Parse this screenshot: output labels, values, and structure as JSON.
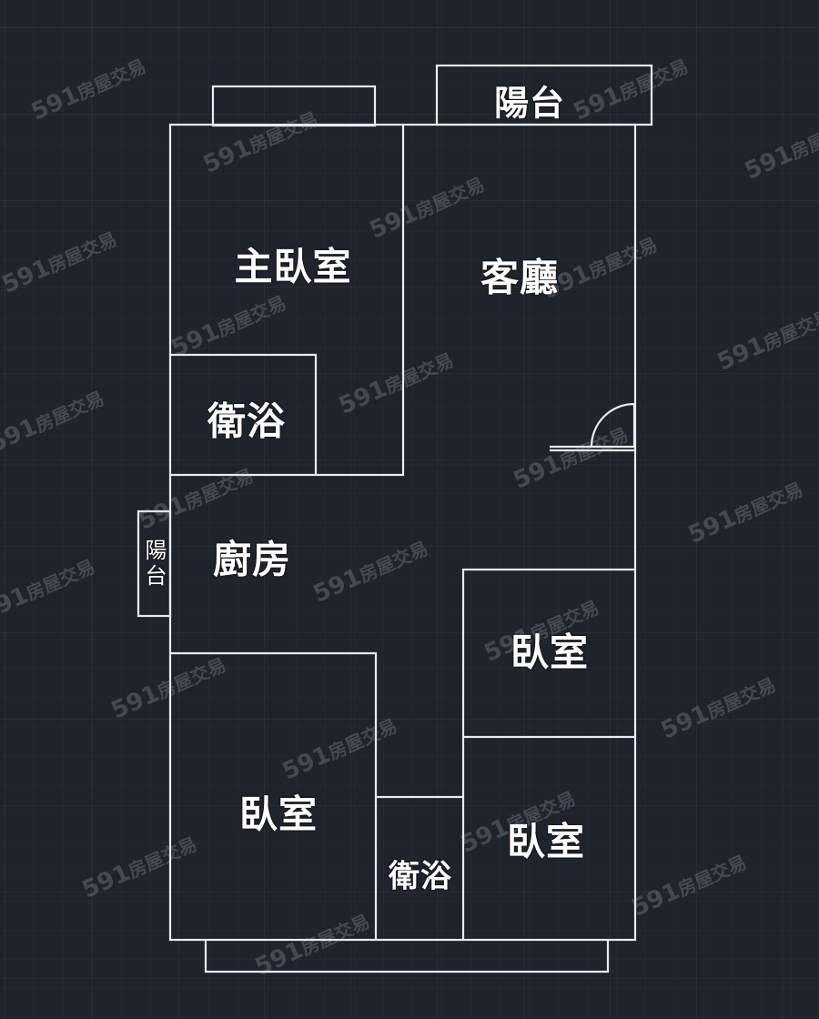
{
  "plan": {
    "wall_color": "#e9ecef",
    "background_color": "#1f232c",
    "rooms": [
      {
        "id": "master-bedroom",
        "label": "主臥室"
      },
      {
        "id": "living-room",
        "label": "客廳"
      },
      {
        "id": "balcony-top",
        "label": "陽台"
      },
      {
        "id": "bathroom-master",
        "label": "衛浴"
      },
      {
        "id": "kitchen",
        "label": "廚房"
      },
      {
        "id": "balcony-side",
        "label": "陽台"
      },
      {
        "id": "bedroom-right-upper",
        "label": "臥室"
      },
      {
        "id": "bedroom-left-lower",
        "label": "臥室"
      },
      {
        "id": "bathroom-shared",
        "label": "衛浴"
      },
      {
        "id": "bedroom-right-lower",
        "label": "臥室"
      }
    ]
  },
  "watermark": {
    "number": "591",
    "text": "房屋交易"
  }
}
